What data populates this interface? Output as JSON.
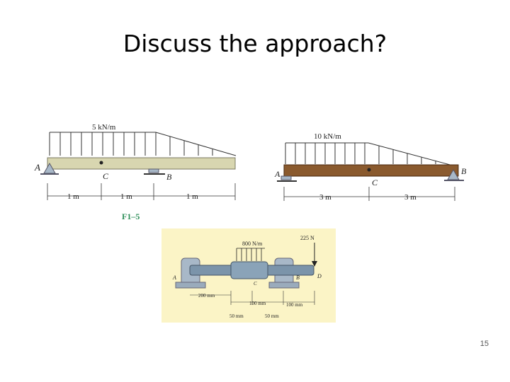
{
  "slide": {
    "title": "Discuss the approach?",
    "page_number": "15"
  },
  "figure_left": {
    "load_label": "5 kN/m",
    "point_a": "A",
    "point_b": "B",
    "point_c": "C",
    "dims": [
      "1 m",
      "1 m",
      "1 m"
    ],
    "caption": "F1–5"
  },
  "figure_right": {
    "load_label": "10 kN/m",
    "point_a": "A",
    "point_b": "B",
    "point_c": "C",
    "dims": [
      "3 m",
      "3 m"
    ]
  },
  "figure_shaft": {
    "load_label": "800 N/m",
    "force_label": "225 N",
    "point_a": "A",
    "point_b": "B",
    "point_c": "C",
    "point_d": "D",
    "dims": [
      "200 mm",
      "100 mm",
      "100 mm",
      "50 mm",
      "50 mm"
    ]
  },
  "colors": {
    "left_beam": "#d8d6b0",
    "right_beam": "#8a5a2e",
    "shaft_bg": "#fbf4c6",
    "support": "#a8b8c8",
    "caption": "#2f8f5a"
  }
}
